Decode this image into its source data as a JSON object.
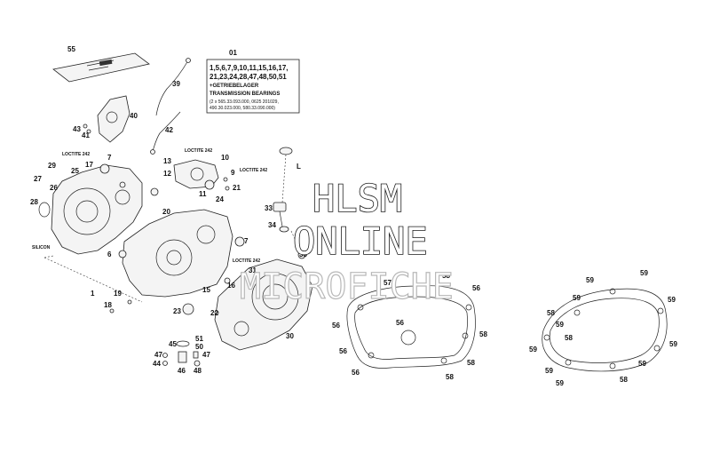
{
  "watermark": {
    "line1": "HLSM",
    "line2": "ONLINE",
    "line3": "MICROFICHE"
  },
  "legend_box": {
    "number": "01",
    "lines": [
      "1,5,6,7,9,10,11,15,16,17,",
      "21,23,24,28,47,48,50,51",
      "+GETRIEBELAGER",
      "TRANSMISSION BEARINGS",
      "(2 x 565.33.093.000, 0625 201029,",
      "490.30.023.000, 580.33.090.000)"
    ]
  },
  "notes": {
    "loctite_1": "LOCTITE 242",
    "loctite_2": "LOCTITE 242",
    "loctite_3": "LOCTITE 242",
    "loctite_4": "LOCTITE 242",
    "silicon": "SILICON",
    "l_mark": "L"
  },
  "callouts": [
    {
      "id": "c55",
      "text": "55"
    },
    {
      "id": "c39",
      "text": "39"
    },
    {
      "id": "c40",
      "text": "40"
    },
    {
      "id": "c42",
      "text": "42"
    },
    {
      "id": "c43",
      "text": "43"
    },
    {
      "id": "c41",
      "text": "41"
    },
    {
      "id": "c29",
      "text": "29"
    },
    {
      "id": "c25",
      "text": "25"
    },
    {
      "id": "c17",
      "text": "17"
    },
    {
      "id": "c7a",
      "text": "7"
    },
    {
      "id": "c27",
      "text": "27"
    },
    {
      "id": "c26",
      "text": "26"
    },
    {
      "id": "c28",
      "text": "28"
    },
    {
      "id": "c13",
      "text": "13"
    },
    {
      "id": "c10",
      "text": "10"
    },
    {
      "id": "c12",
      "text": "12"
    },
    {
      "id": "c9",
      "text": "9"
    },
    {
      "id": "c21",
      "text": "21"
    },
    {
      "id": "c11",
      "text": "11"
    },
    {
      "id": "c24",
      "text": "24"
    },
    {
      "id": "c20",
      "text": "20"
    },
    {
      "id": "c33",
      "text": "33"
    },
    {
      "id": "c34",
      "text": "34"
    },
    {
      "id": "c7b",
      "text": "7"
    },
    {
      "id": "c6",
      "text": "6"
    },
    {
      "id": "c38",
      "text": "38"
    },
    {
      "id": "c31",
      "text": "31"
    },
    {
      "id": "c16",
      "text": "16"
    },
    {
      "id": "c15",
      "text": "15"
    },
    {
      "id": "c1",
      "text": "1"
    },
    {
      "id": "c19",
      "text": "19"
    },
    {
      "id": "c18",
      "text": "18"
    },
    {
      "id": "c23",
      "text": "23"
    },
    {
      "id": "c22",
      "text": "22"
    },
    {
      "id": "c30",
      "text": "30"
    },
    {
      "id": "c45",
      "text": "45"
    },
    {
      "id": "c51",
      "text": "51"
    },
    {
      "id": "c50",
      "text": "50"
    },
    {
      "id": "c47a",
      "text": "47"
    },
    {
      "id": "c47b",
      "text": "47"
    },
    {
      "id": "c44",
      "text": "44"
    },
    {
      "id": "c46",
      "text": "46"
    },
    {
      "id": "c48",
      "text": "48"
    },
    {
      "id": "c57",
      "text": "57"
    },
    {
      "id": "c56a",
      "text": "56"
    },
    {
      "id": "c56b",
      "text": "56"
    },
    {
      "id": "c56c",
      "text": "56"
    },
    {
      "id": "c56d",
      "text": "56"
    },
    {
      "id": "c56e",
      "text": "56"
    },
    {
      "id": "c58a",
      "text": "58"
    },
    {
      "id": "c58b",
      "text": "58"
    },
    {
      "id": "c58c",
      "text": "58"
    },
    {
      "id": "c58d",
      "text": "58"
    },
    {
      "id": "c59a",
      "text": "59"
    },
    {
      "id": "c59b",
      "text": "59"
    },
    {
      "id": "c59c",
      "text": "59"
    },
    {
      "id": "c59d",
      "text": "59"
    },
    {
      "id": "c59e",
      "text": "59"
    },
    {
      "id": "c59f",
      "text": "59"
    },
    {
      "id": "c59g",
      "text": "59"
    },
    {
      "id": "c59h",
      "text": "59"
    },
    {
      "id": "c59i",
      "text": "59"
    },
    {
      "id": "c59j",
      "text": "59"
    },
    {
      "id": "c58e",
      "text": "58"
    },
    {
      "id": "c58f",
      "text": "58"
    },
    {
      "id": "c58g",
      "text": "58"
    }
  ]
}
